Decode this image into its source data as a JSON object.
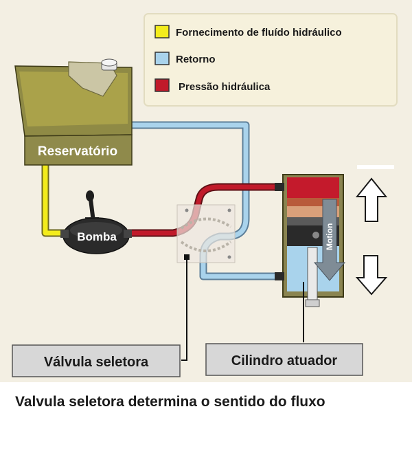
{
  "legend": {
    "items": [
      {
        "label": "Fornecimento de fluído hidráulico",
        "color": "#f3ec1c"
      },
      {
        "label": "Retorno",
        "color": "#a9d3ec"
      },
      {
        "label": "Pressão hidráulica",
        "color": "#c01a2a"
      }
    ]
  },
  "labels": {
    "reservoir": "Reservatório",
    "pump": "Bomba",
    "motion": "Motion",
    "selector_valve": "Válvula seletora",
    "actuator_cylinder": "Cilindro atuador"
  },
  "caption": "Valvula seletora determina o sentido do fluxo",
  "colors": {
    "background": "#f3efe3",
    "supply_line": "#f3ec1c",
    "return_line": "#a9d3ec",
    "pressure_line": "#c01a2a",
    "reservoir_fluid": "#aaa24a",
    "reservoir_body": "#8f8a45",
    "pump_body": "#2a2a2a",
    "label_box": "#d7d7d7"
  },
  "icons": [
    "arrow-up-icon",
    "arrow-down-icon",
    "lever-icon",
    "fill-cap-icon"
  ]
}
